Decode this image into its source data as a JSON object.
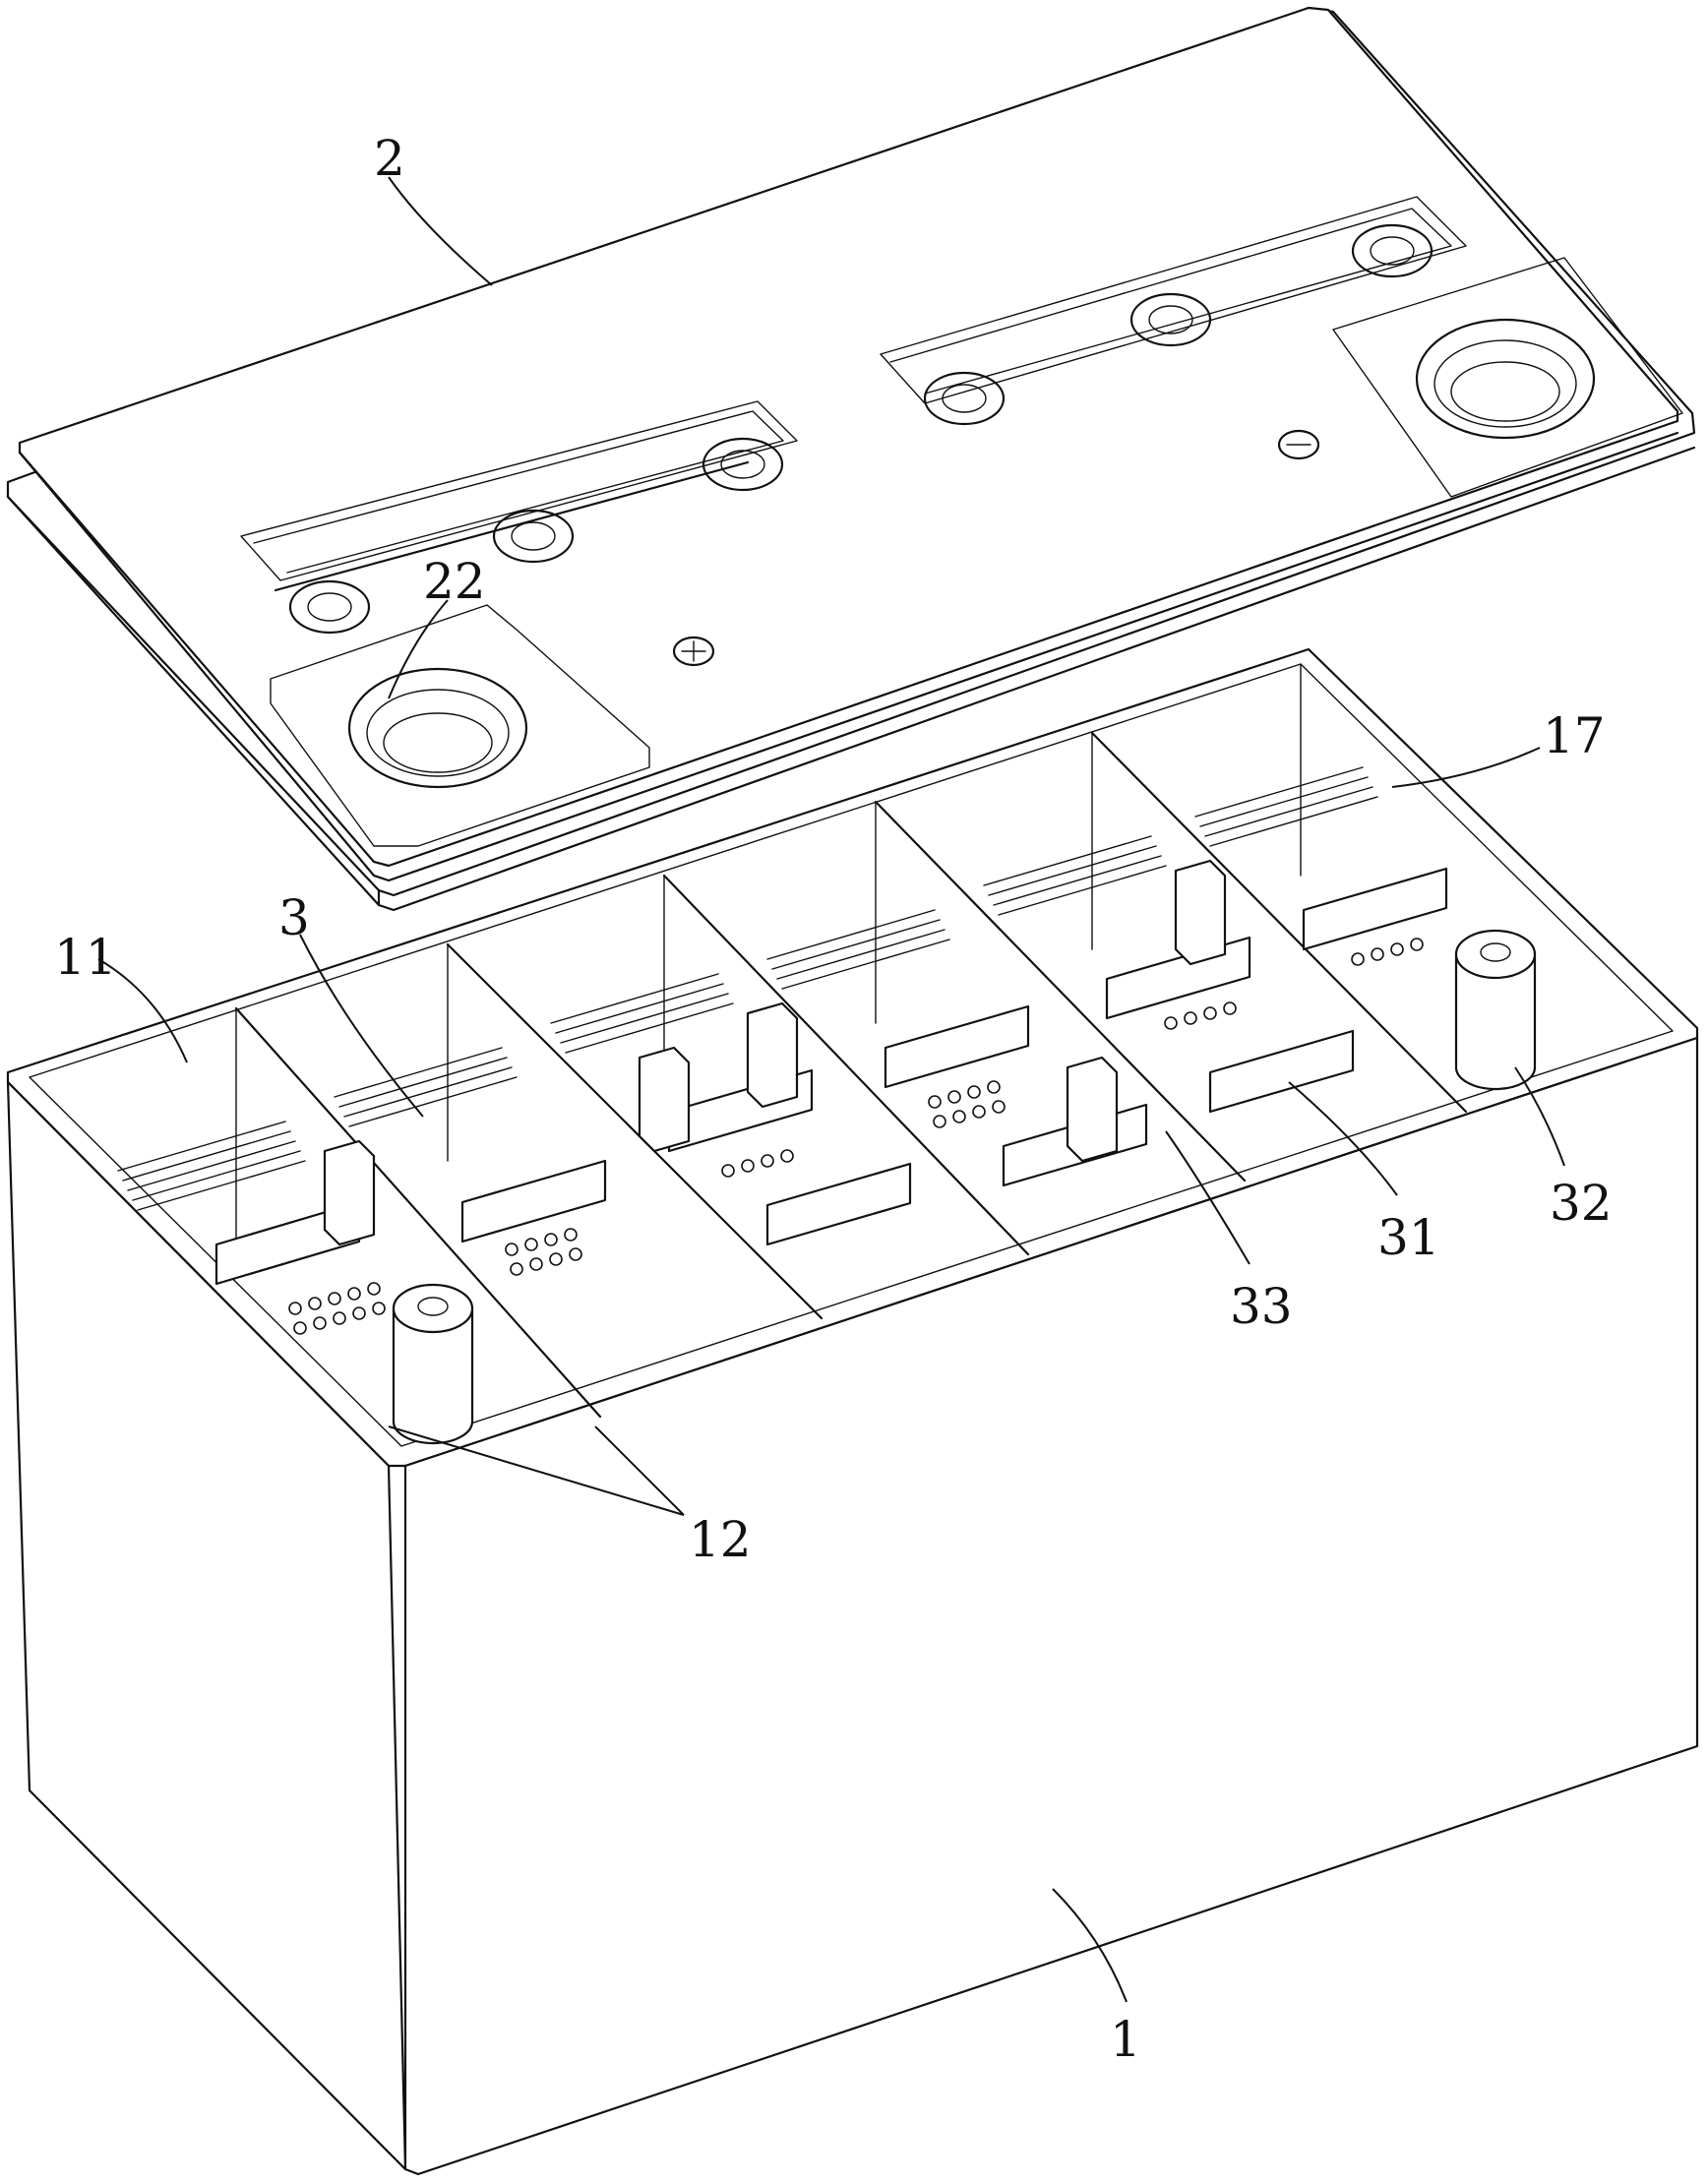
{
  "labels": {
    "lid": "2",
    "lid_port": "22",
    "cell_compartment_right": "17",
    "cell_compartment_left": "11",
    "busbar": "3",
    "partitions": "12",
    "terminal": "32",
    "strap": "31",
    "connector": "33",
    "case": "1"
  },
  "colors": {
    "line": "#111111",
    "background": "#ffffff"
  }
}
